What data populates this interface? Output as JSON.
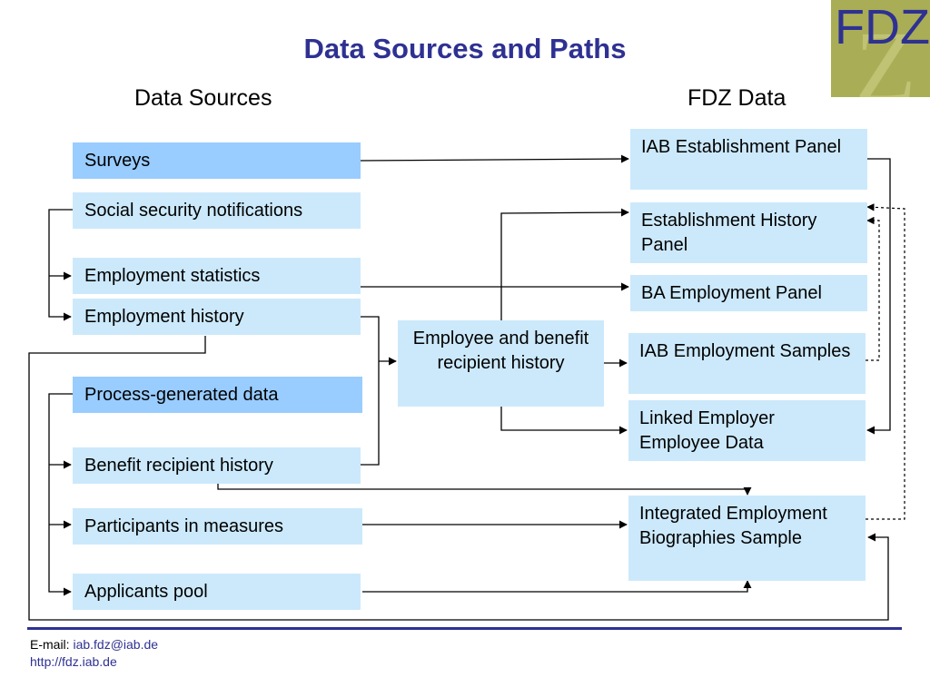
{
  "title": "Data Sources and Paths",
  "headings": {
    "sources": "Data Sources",
    "fdz": "FDZ Data"
  },
  "logo": {
    "text": "FDZ",
    "bg_color": "#a9ad55",
    "text_color": "#2e3192"
  },
  "sources": {
    "surveys": "Surveys",
    "social_security": "Social security notifications",
    "employment_statistics": "Employment statistics",
    "employment_history": "Employment history",
    "process_generated": "Process-generated data",
    "benefit_recipient": "Benefit recipient history",
    "participants": "Participants in measures",
    "applicants": "Applicants pool"
  },
  "intermediate": {
    "employee_benefit": "Employee and benefit recipient history"
  },
  "fdz_data": {
    "iab_establishment_panel": "IAB Establishment Panel",
    "establishment_history_panel": "Establishment History Panel",
    "ba_employment_panel": "BA Employment Panel",
    "iab_employment_samples": "IAB Employment Samples",
    "linked_employer_employee": "Linked Employer Employee Data",
    "integrated_biographies": "Integrated Employment Biographies Sample"
  },
  "footer": {
    "email_label": "E-mail: ",
    "email": "iab.fdz@iab.de",
    "url": "http://fdz.iab.de"
  },
  "colors": {
    "title": "#2e3192",
    "box_light": "#cce9fb",
    "box_dark": "#99ccff",
    "footer_line": "#2e3192"
  }
}
